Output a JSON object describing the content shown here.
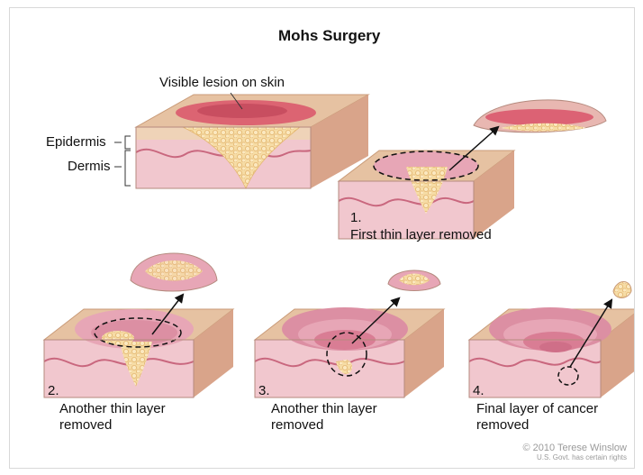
{
  "title": "Mohs Surgery",
  "labels": {
    "visible_lesion": "Visible lesion on skin",
    "epidermis": "Epidermis",
    "dermis": "Dermis"
  },
  "steps": [
    {
      "number": "1.",
      "caption": "First thin layer removed"
    },
    {
      "number": "2.",
      "caption": "Another thin layer\nremoved"
    },
    {
      "number": "3.",
      "caption": "Another thin layer\nremoved"
    },
    {
      "number": "4.",
      "caption": "Final layer of cancer\nremoved"
    }
  ],
  "credit": {
    "copyright": "© 2010 Terese Winslow",
    "rights": "U.S. Govt. has certain rights"
  },
  "colors": {
    "skin_top": "#e6c2a2",
    "skin_side": "#efd3b8",
    "dermis": "#f1c7ce",
    "dermis_dark": "#d98a9a",
    "crater": "#e7a6b6",
    "lesion": "#d9536a",
    "tumor": "#f5d79a"
  }
}
